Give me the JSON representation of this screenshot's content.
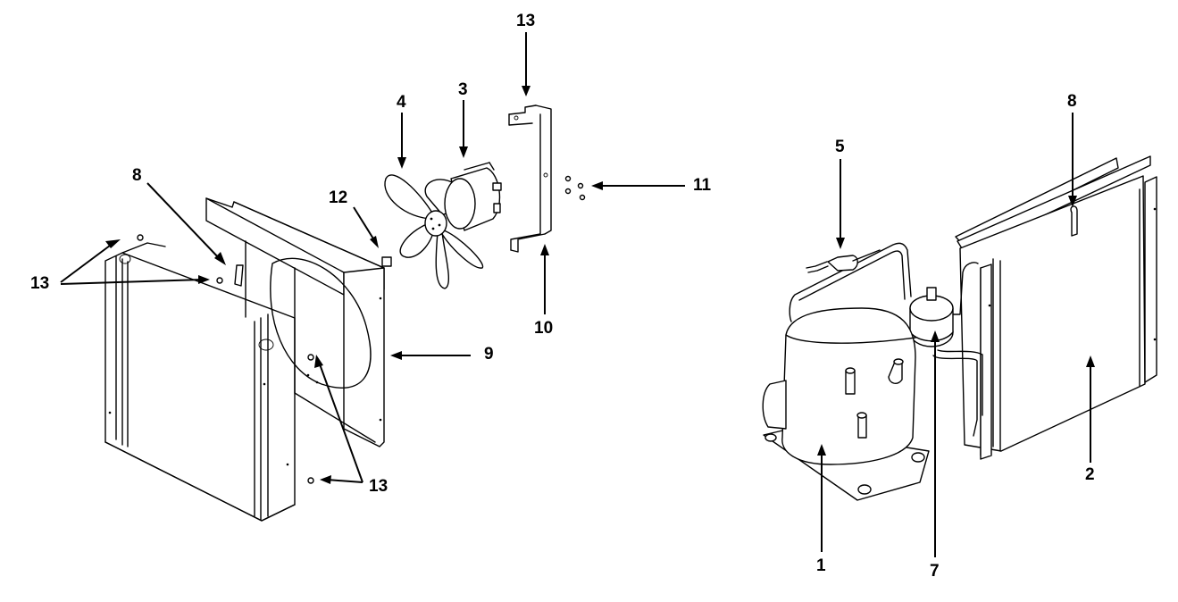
{
  "callouts": {
    "left_13_top": "13",
    "left_3": "3",
    "left_4": "4",
    "left_8": "8",
    "left_12": "12",
    "left_11": "11",
    "left_13_left": "13",
    "left_10": "10",
    "left_9": "9",
    "left_13_bottom": "13",
    "right_8": "8",
    "right_5": "5",
    "right_2": "2",
    "right_1": "1",
    "right_7": "7"
  }
}
